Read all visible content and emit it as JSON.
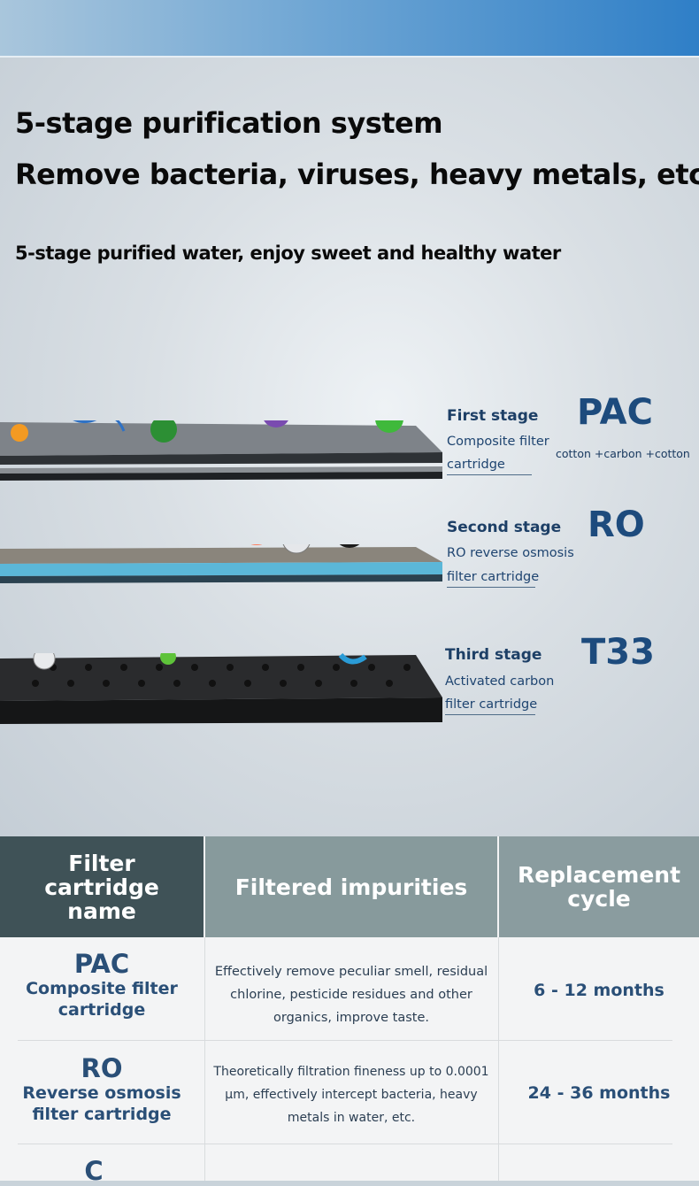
{
  "headline": {
    "line1": "5-stage purification system",
    "line2": "Remove bacteria, viruses, heavy metals, etc.",
    "subtitle": "5-stage purified water, enjoy sweet and healthy water"
  },
  "stages": [
    {
      "title": "First stage",
      "code": "PAC",
      "desc_line1": "Composite filter",
      "desc_line2": "cartridge",
      "extra": "cotton +carbon +cotton"
    },
    {
      "title": "Second stage",
      "code": "RO",
      "desc_line1": "RO reverse osmosis",
      "desc_line2": "filter cartridge"
    },
    {
      "title": "Third stage",
      "code": "T33",
      "desc_line1": "Activated carbon",
      "desc_line2": "filter cartridge"
    }
  ],
  "table": {
    "headers": [
      "Filter cartridge name",
      "Filtered impurities",
      "Replacement cycle"
    ],
    "rows": [
      {
        "code": "PAC",
        "name_line1": "Composite filter",
        "name_line2": "cartridge",
        "impurities_line1": "Effectively remove peculiar smell, residual",
        "impurities_line2": "chlorine, pesticide residues and other",
        "impurities_line3": "organics, improve taste.",
        "cycle": "6 - 12 months"
      },
      {
        "code": "RO",
        "name_line1": "Reverse osmosis",
        "name_line2": "filter cartridge",
        "impurities_line1": "Theoretically filtration fineness up to 0.0001",
        "impurities_line2": "μm, effectively intercept bacteria, heavy",
        "impurities_line3": "metals in water, etc.",
        "cycle": "24 - 36 months"
      },
      {
        "code": "C"
      }
    ]
  },
  "colors": {
    "accent": "#1d4b7d",
    "header_dark": "#3f5257",
    "header_mid": "#879a9c"
  }
}
